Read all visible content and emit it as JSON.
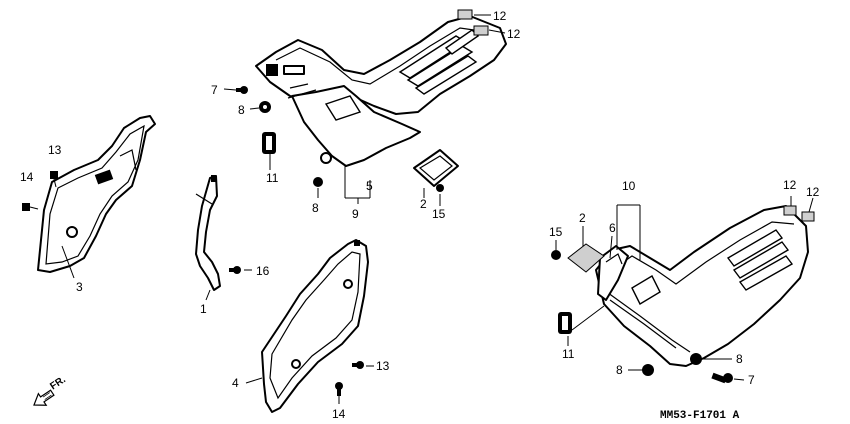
{
  "diagram_code": "MM53-F1701 A",
  "direction_label": "FR.",
  "callouts": {
    "c1": "1",
    "c2a": "2",
    "c2b": "2",
    "c3": "3",
    "c4": "4",
    "c5": "5",
    "c6": "6",
    "c7a": "7",
    "c7b": "7",
    "c8a": "8",
    "c8b": "8",
    "c8c": "8",
    "c8d": "8",
    "c9": "9",
    "c10": "10",
    "c11a": "11",
    "c11b": "11",
    "c12a": "12",
    "c12b": "12",
    "c12c": "12",
    "c12d": "12",
    "c13a": "13",
    "c13b": "13",
    "c14a": "14",
    "c14b": "14",
    "c15a": "15",
    "c15b": "15",
    "c16": "16"
  }
}
